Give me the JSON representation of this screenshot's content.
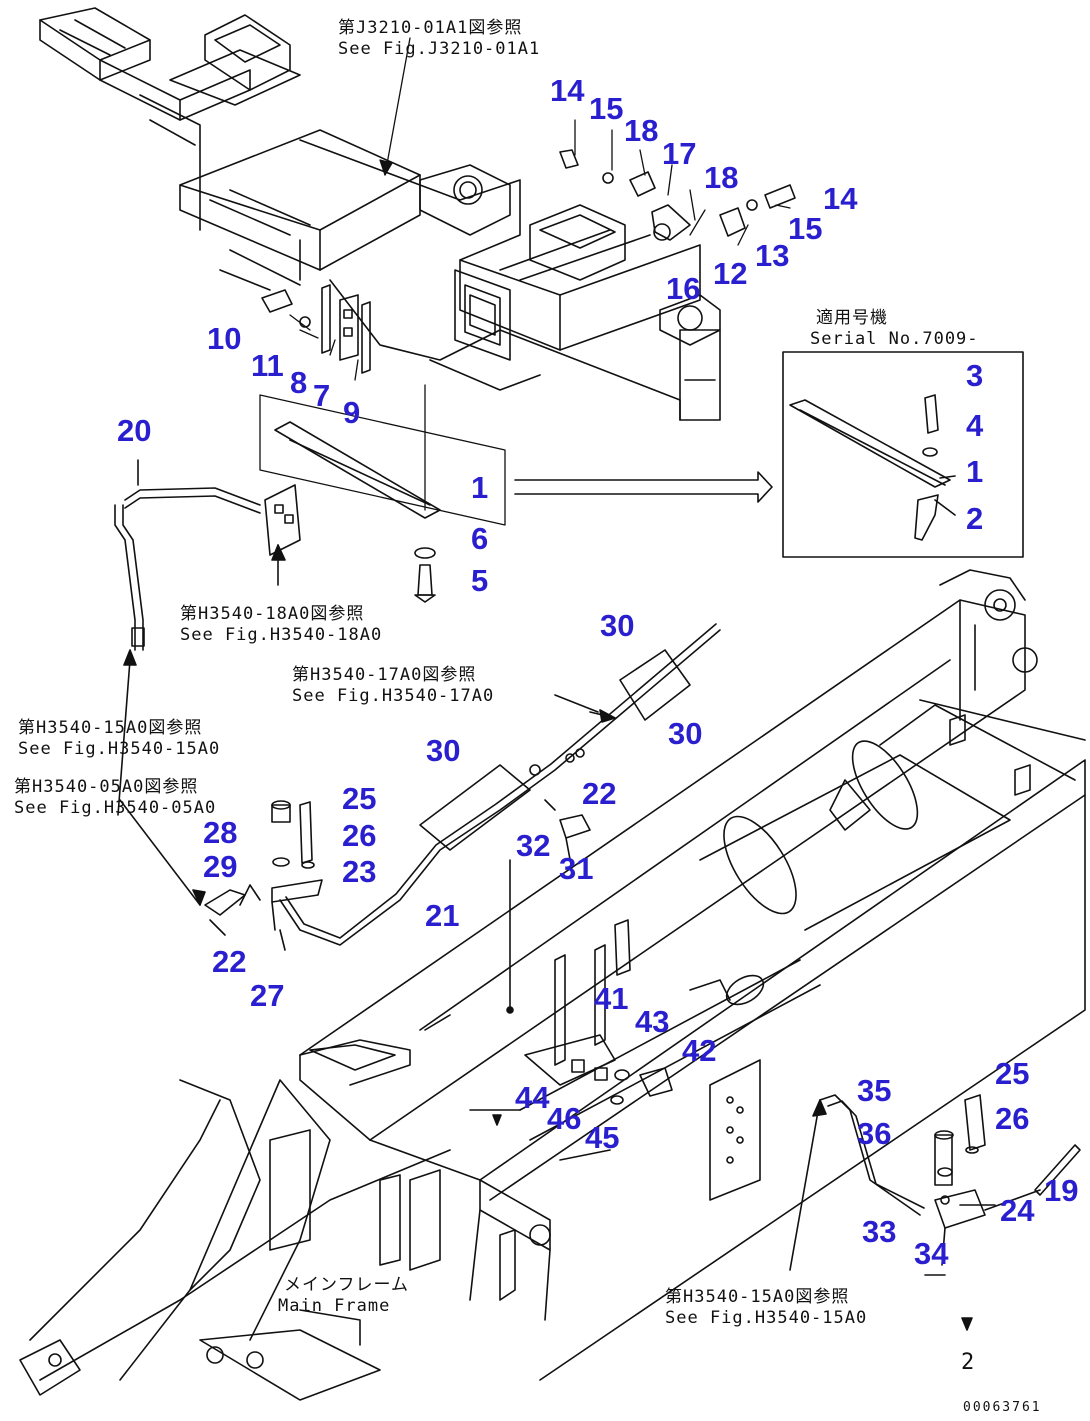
{
  "references": {
    "top_jp": "第J3210-01A1図参照",
    "top_en": "See Fig.J3210-01A1",
    "serial_jp": "適用号機",
    "serial_en": "Serial No.7009-",
    "h18_jp": "第H3540-18A0図参照",
    "h18_en": "See Fig.H3540-18A0",
    "h17_jp": "第H3540-17A0図参照",
    "h17_en": "See Fig.H3540-17A0",
    "h15_jp": "第H3540-15A0図参照",
    "h15_en": "See Fig.H3540-15A0",
    "h05_jp": "第H3540-05A0図参照",
    "h05_en": "See Fig.H3540-05A0",
    "main_jp": "メインフレーム",
    "main_en": "Main Frame",
    "h15b_jp": "第H3540-15A0図参照",
    "h15b_en": "See Fig.H3540-15A0"
  },
  "callouts": {
    "c14a": "14",
    "c15a": "15",
    "c18a": "18",
    "c17": "17",
    "c18b": "18",
    "c14b": "14",
    "c15b": "15",
    "c13": "13",
    "c12": "12",
    "c16": "16",
    "c10": "10",
    "c11": "11",
    "c8": "8",
    "c7": "7",
    "c9": "9",
    "c20": "20",
    "c1a": "1",
    "c6": "6",
    "c5": "5",
    "c3": "3",
    "c4": "4",
    "c1b": "1",
    "c2": "2",
    "c30a": "30",
    "c30b": "30",
    "c30c": "30",
    "c22a": "22",
    "c32": "32",
    "c31": "31",
    "c25a": "25",
    "c28": "28",
    "c26a": "26",
    "c29": "29",
    "c23": "23",
    "c21": "21",
    "c22b": "22",
    "c27": "27",
    "c41": "41",
    "c43": "43",
    "c42": "42",
    "c44": "44",
    "c46": "46",
    "c45": "45",
    "c35": "35",
    "c25b": "25",
    "c36": "36",
    "c26b": "26",
    "c19": "19",
    "c24": "24",
    "c33": "33",
    "c34": "34"
  },
  "marks": {
    "front_arrow_label": "2",
    "drawing_no": "00063761"
  }
}
